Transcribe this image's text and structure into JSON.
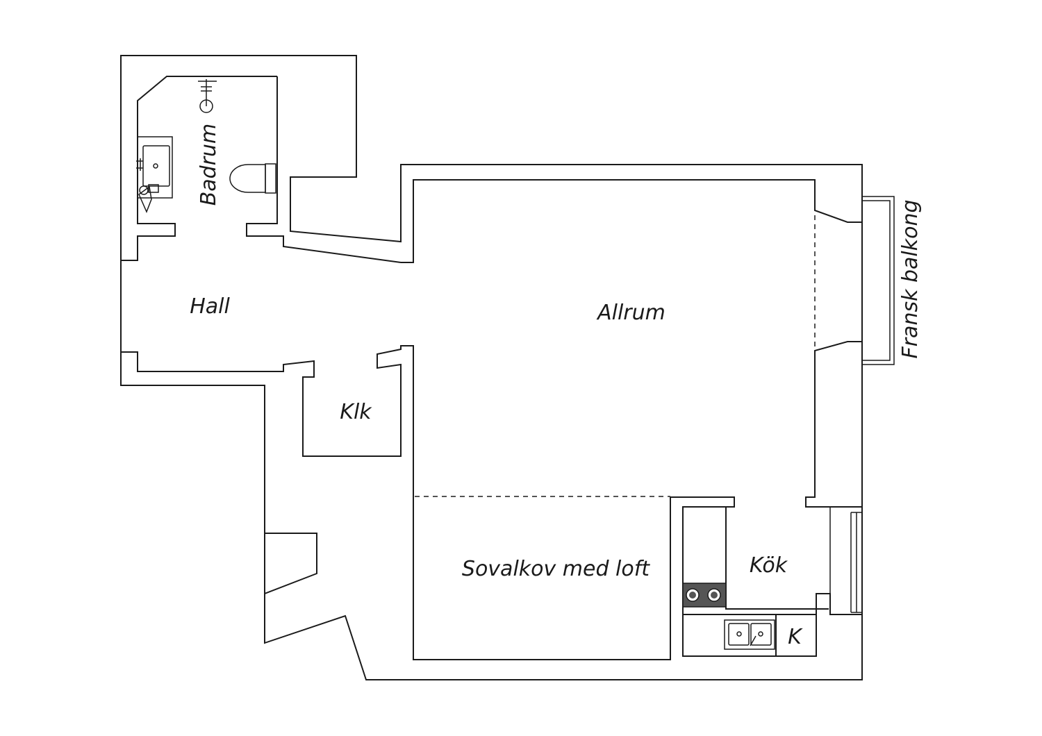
{
  "rooms": {
    "badrum": "Badrum",
    "hall": "Hall",
    "allrum": "Allrum",
    "klk": "Klk",
    "sovalkov": "Sovalkov med loft",
    "kok": "Kök",
    "k": "K",
    "balkong": "Fransk balkong"
  },
  "colors": {
    "line": "#1a1a1a",
    "background": "#ffffff",
    "stove_fill": "#555555"
  }
}
